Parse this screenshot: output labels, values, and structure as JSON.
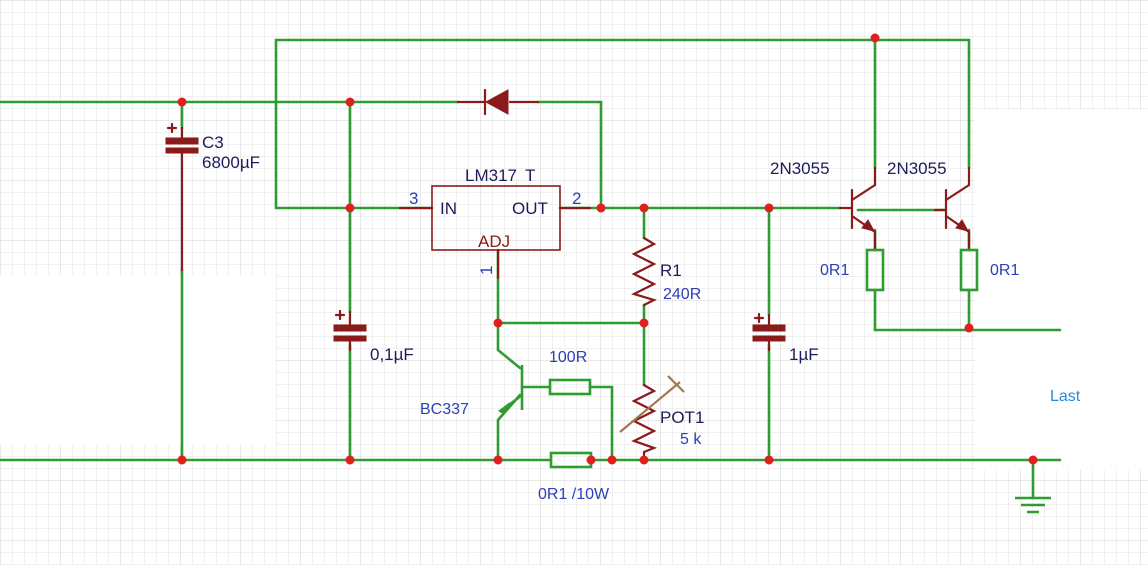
{
  "components": {
    "c3": {
      "ref": "C3",
      "value": "6800µF"
    },
    "c_in": {
      "value": "0,1µF"
    },
    "c_out": {
      "value": "1µF"
    },
    "regulator": {
      "name": "LM317",
      "suffix": "T",
      "pin_in": "IN",
      "pin_out": "OUT",
      "pin_adj": "ADJ",
      "pin3": "3",
      "pin2": "2",
      "pin1": "1"
    },
    "r1": {
      "ref": "R1",
      "value": "240R"
    },
    "pot1": {
      "ref": "POT1",
      "value": "5 k"
    },
    "r100": {
      "value": "100R"
    },
    "bc337": {
      "name": "BC337"
    },
    "shunt": {
      "value": "0R1 /10W"
    },
    "q1": {
      "name": "2N3055"
    },
    "q2": {
      "name": "2N3055"
    },
    "re1": {
      "value": "0R1"
    },
    "re2": {
      "value": "0R1"
    },
    "load": {
      "label": "Last"
    }
  },
  "colors": {
    "wire": "#2e9c2e",
    "component": "#8b1a1a",
    "junction": "#e0201e",
    "label_blue": "#2b3fb8",
    "potentiometer": "#a07850"
  }
}
